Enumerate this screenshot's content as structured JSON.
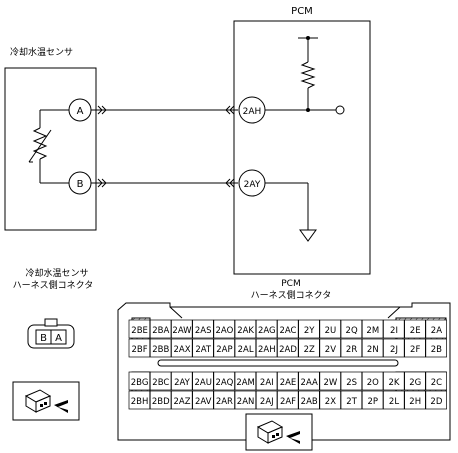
{
  "diagram": {
    "pcm_label": "PCM",
    "sensor_label": "冷却水温センサ",
    "terminal_a": "A",
    "terminal_b": "B",
    "pcm_terminal_1": "2AH",
    "pcm_terminal_2": "2AY"
  },
  "connectors": {
    "sensor_title_line1": "冷却水温センサ",
    "sensor_title_line2": "ハーネス側コネクタ",
    "sensor_pins": [
      "B",
      "A"
    ],
    "pcm_title_line1": "PCM",
    "pcm_title_line2": "ハーネス側コネクタ",
    "pcm_rows": [
      [
        "2BE",
        "2BA",
        "2AW",
        "2AS",
        "2AO",
        "2AK",
        "2AG",
        "2AC",
        "2Y",
        "2U",
        "2Q",
        "2M",
        "2I",
        "2E",
        "2A"
      ],
      [
        "2BF",
        "2BB",
        "2AX",
        "2AT",
        "2AP",
        "2AL",
        "2AH",
        "2AD",
        "2Z",
        "2V",
        "2R",
        "2N",
        "2J",
        "2F",
        "2B"
      ],
      [
        "2BG",
        "2BC",
        "2AY",
        "2AU",
        "2AQ",
        "2AM",
        "2AI",
        "2AE",
        "2AA",
        "2W",
        "2S",
        "2O",
        "2K",
        "2G",
        "2C"
      ],
      [
        "2BH",
        "2BD",
        "2AZ",
        "2AV",
        "2AR",
        "2AN",
        "2AJ",
        "2AF",
        "2AB",
        "2X",
        "2T",
        "2P",
        "2L",
        "2H",
        "2D"
      ]
    ]
  }
}
